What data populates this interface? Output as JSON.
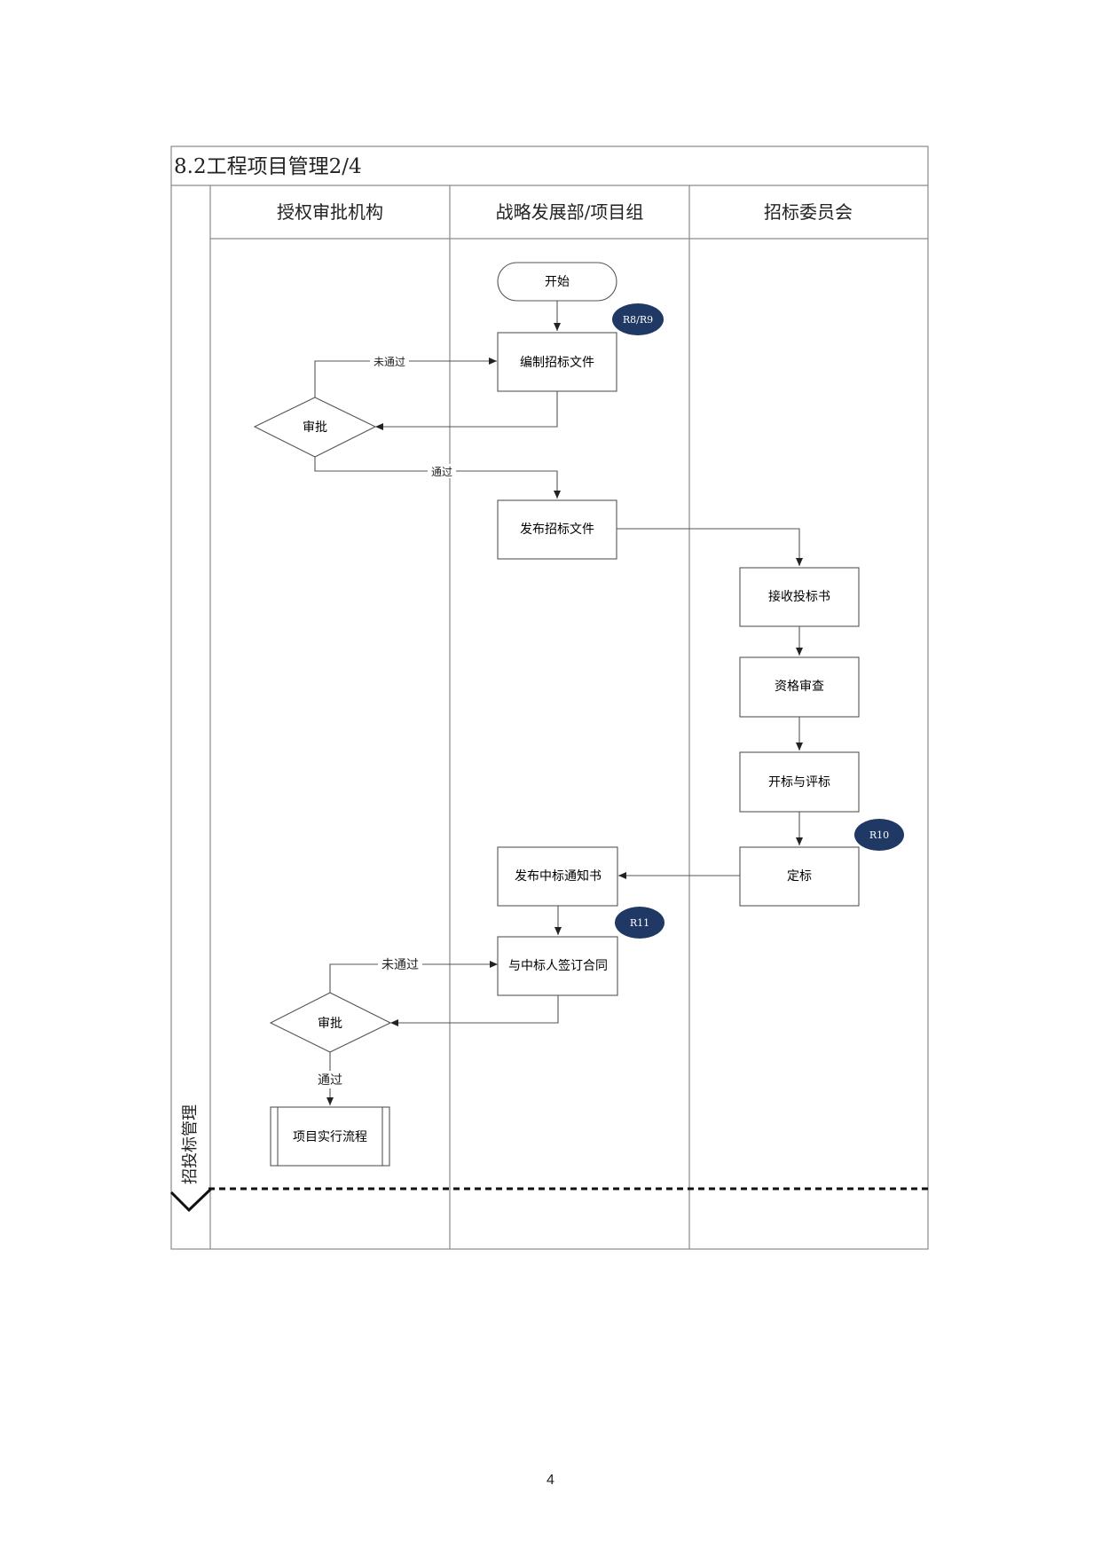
{
  "title": "8.2工程项目管理2/4",
  "lanes": {
    "lane1": "授权审批机构",
    "lane2": "战略发展部/项目组",
    "lane3": "招标委员会"
  },
  "phase_label": "招投标管理",
  "nodes": {
    "start": "开始",
    "draft_docs": "编制招标文件",
    "approve1": "审批",
    "publish_docs": "发布招标文件",
    "receive_bids": "接收投标书",
    "qualify": "资格审查",
    "open_eval": "开标与评标",
    "award": "定标",
    "notice": "发布中标通知书",
    "contract": "与中标人签订合同",
    "approve2": "审批",
    "execution": "项目实行流程"
  },
  "edge_labels": {
    "reject1": "未通过",
    "pass1": "通过",
    "reject2": "未通过",
    "pass2": "通过"
  },
  "risk_badges": {
    "r1": "R8/R9",
    "r2": "R10",
    "r3": "R11"
  },
  "colors": {
    "badge": "#1f3864",
    "line": "#555555",
    "border": "#888888"
  },
  "page_number": "4"
}
